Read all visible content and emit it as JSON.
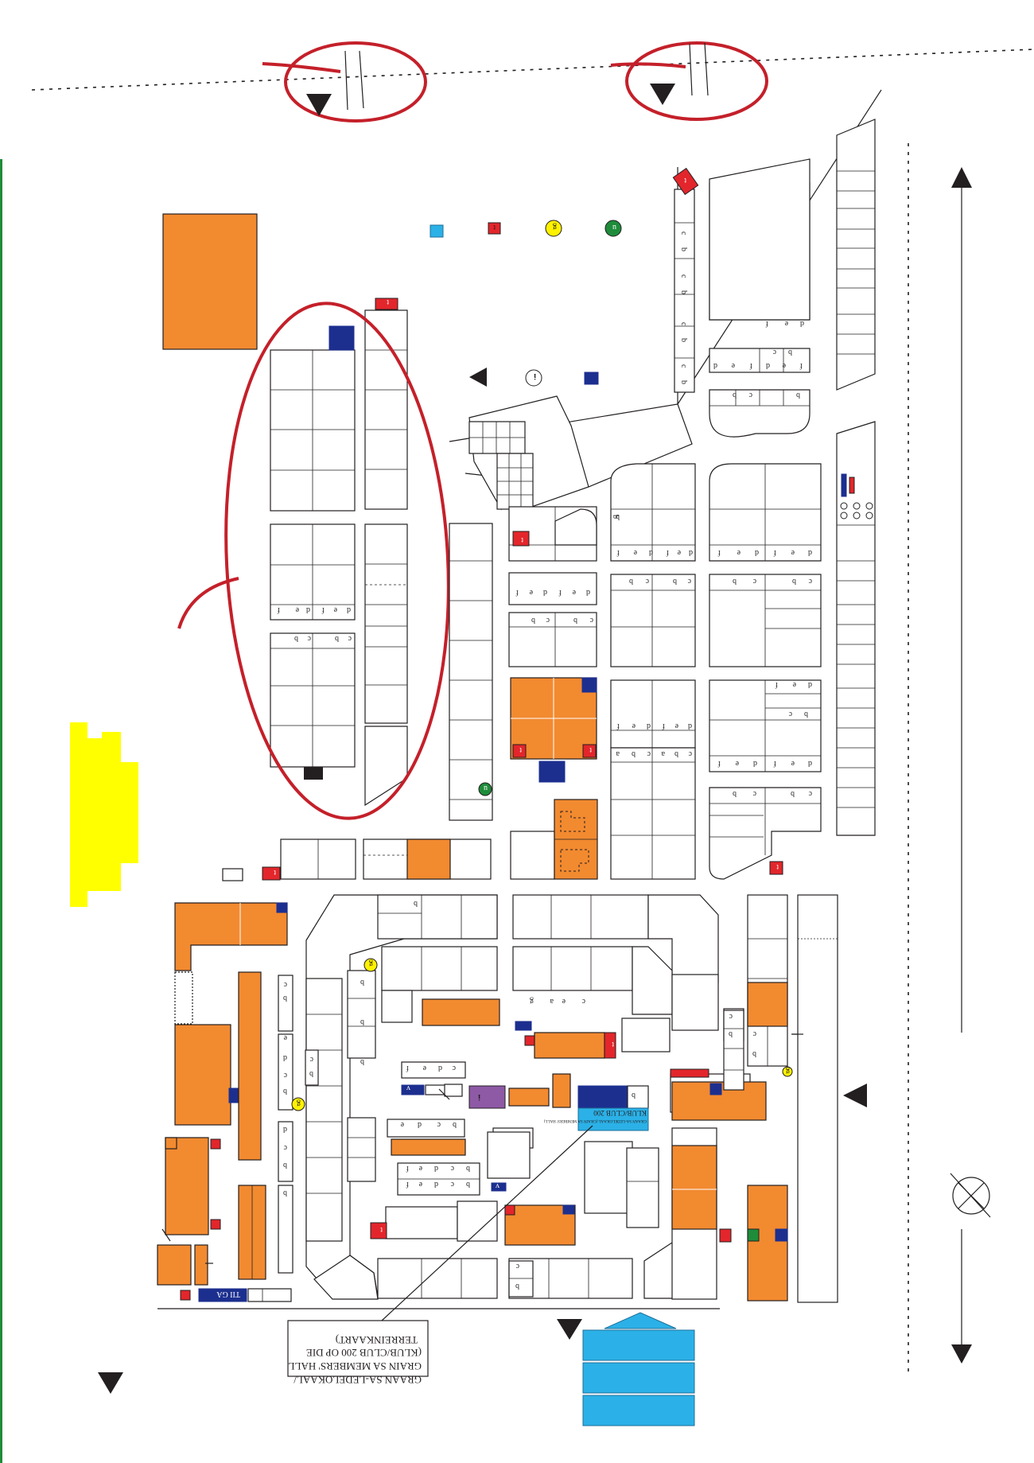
{
  "map": {
    "labels": {
      "a": "a",
      "b": "b",
      "c": "c",
      "d": "d",
      "e": "e",
      "f": "f",
      "g": "g",
      "h": "h",
      "i": "i",
      "t": "t",
      "u": "u",
      "v": "v",
      "info": "i",
      "ga_block": "TII GA",
      "club200": "KLUB/CLUB 200",
      "club_small": "GRAAN SA-LEDELOKAAL (GRAIN SA MEMBERS' HALL)"
    },
    "callout": {
      "line1": "GRAAN SA-LEDELOKAAL/",
      "line2": "GRAIN SA MEMBERS' HALL",
      "line3": "(KLUB/CLUB 200 OP DIE",
      "line4": "TERREINKAART)"
    },
    "colors": {
      "stand": "#ffffff",
      "hall": "#f28a30",
      "red_marker": "#e3262b",
      "blue_marker": "#1c2f8f",
      "cyan": "#2bb1e7",
      "yellow_band": "#ffff00",
      "green_edge": "#1e8c3a",
      "annotation": "#c4202a",
      "purple": "#8e5aa6"
    }
  }
}
